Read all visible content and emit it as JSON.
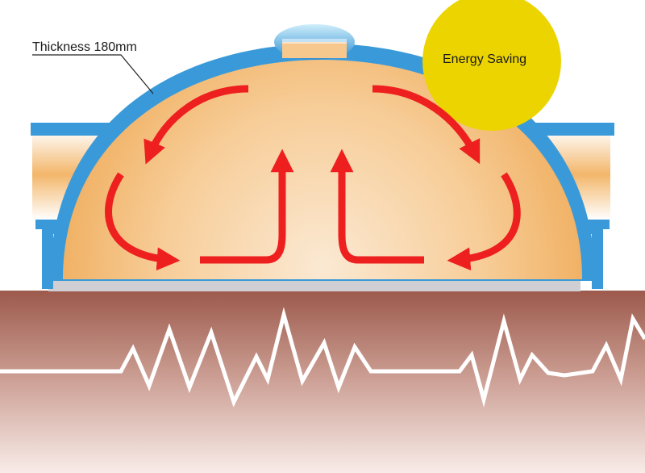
{
  "labels": {
    "thickness": "Thickness 180mm",
    "energy": "Energy Saving"
  },
  "colors": {
    "background": "#ffffff",
    "dome_shell": "#3a9ad9",
    "dome_fill_center": "#fbe6cc",
    "dome_fill_edge": "#f2b365",
    "heat_arrow": "#ee1f1f",
    "sun": "#ecd400",
    "skin_top": "#9c5a4c",
    "skin_bottom": "#f7e9e4",
    "wave_line": "#ffffff",
    "base_plate": "#cfcfd4"
  },
  "icons": {
    "arrows": "curved-heat-circulation-arrows",
    "sun": "sun-circle",
    "wave": "heat-wave-line"
  }
}
